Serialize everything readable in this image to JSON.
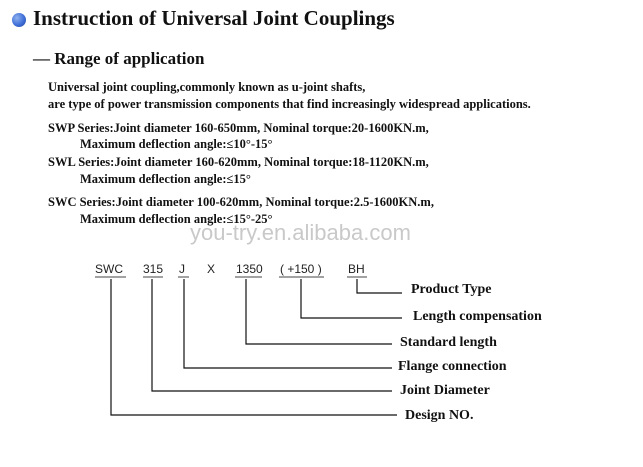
{
  "header": {
    "title": "Instruction of Universal Joint Couplings",
    "subtitle": "— Range of application"
  },
  "intro": {
    "line1": "Universal joint coupling,commonly known as u-joint shafts,",
    "line2": "are type of power transmission components that find increasingly widespread applications."
  },
  "series": [
    {
      "line1": "SWP Series:Joint diameter 160-650mm,   Nominal torque:20-1600KN.m,",
      "line2": "Maximum deflection angle:≤10°-15°"
    },
    {
      "line1": "SWL Series:Joint diameter 160-620mm,   Nominal torque:18-1120KN.m,",
      "line2": "Maximum deflection angle:≤15°"
    },
    {
      "line1": "SWC Series:Joint diameter 100-620mm,   Nominal torque:2.5-1600KN.m,",
      "line2": "Maximum deflection angle:≤15°-25°"
    }
  ],
  "watermark": "you-try.en.alibaba.com",
  "code": {
    "parts": [
      "SWC",
      "315",
      "J",
      "X",
      "1350",
      "( +150 )",
      "BH"
    ]
  },
  "labels": [
    "Product Type",
    "Length compensation",
    "Standard length",
    "Flange connection",
    "Joint Diameter",
    "Design NO."
  ],
  "colors": {
    "bullet": "#3f6fd8",
    "watermark": "#c9c9c9",
    "lines": "#111111"
  }
}
